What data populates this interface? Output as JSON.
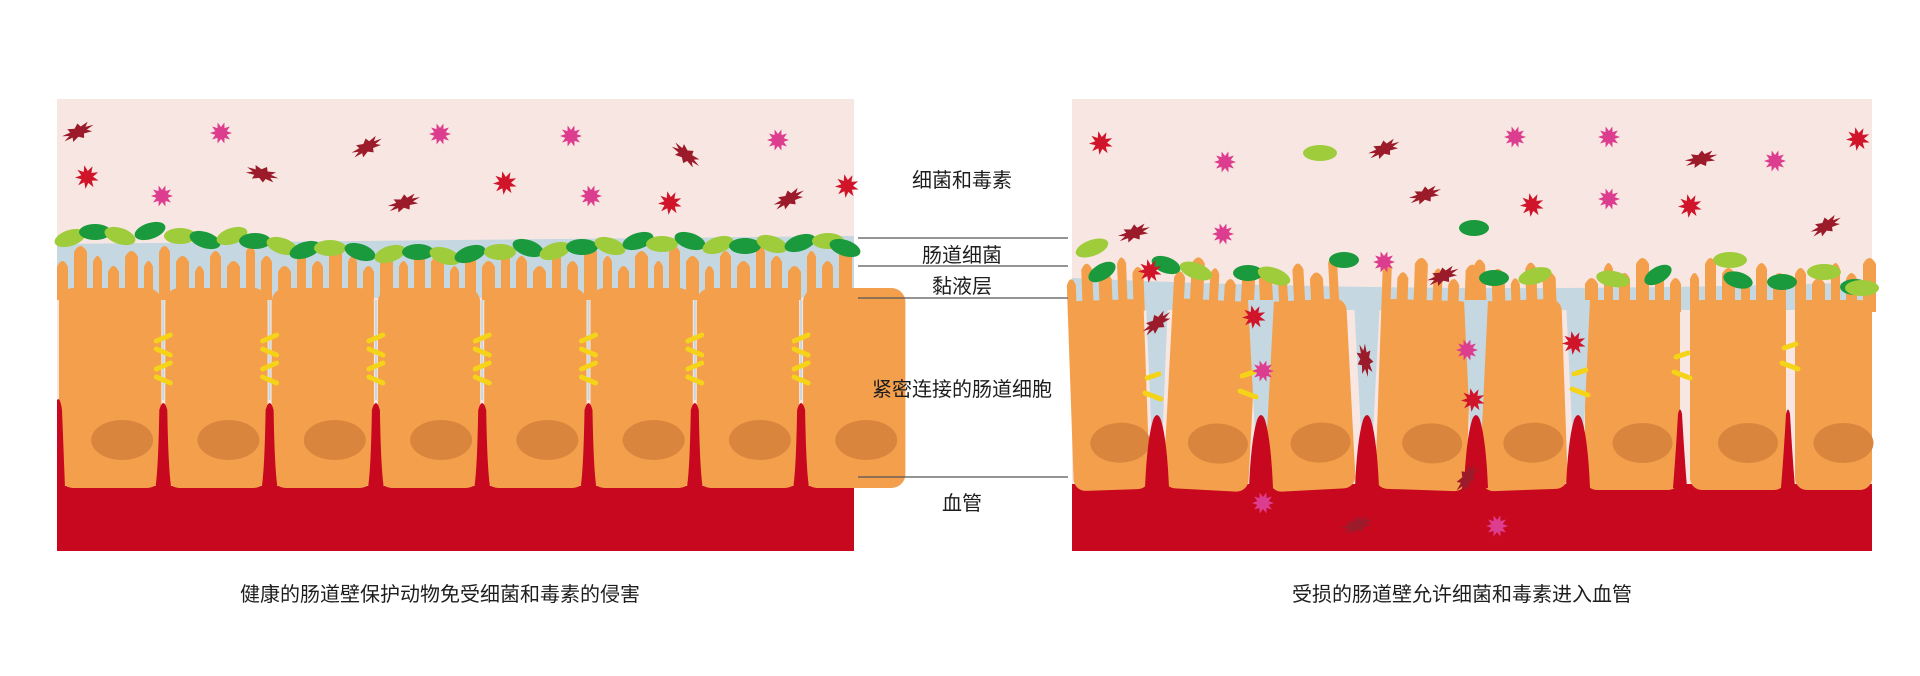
{
  "labels": {
    "bacteria_toxins": "细菌和毒素",
    "gut_bacteria": "肠道细菌",
    "mucus_layer": "黏液层",
    "tight_junction_cells": "紧密连接的肠道细胞",
    "blood_vessel": "血管"
  },
  "captions": {
    "healthy": "健康的肠道壁保护动物免受细菌和毒素的侵害",
    "damaged": "受损的肠道壁允许细菌和毒素进入血管"
  },
  "colors": {
    "lumen": "#f7e6e1",
    "mucus": "#c5d7e0",
    "cell": "#f39f4c",
    "nucleus": "#d9853e",
    "blood": "#c8081e",
    "junction": "#f5d318",
    "bacteria_dark_green": "#1a9a3c",
    "bacteria_light_green": "#9fcc3b",
    "toxin_pink": "#dd3d8e",
    "toxin_red": "#d0142a",
    "toxin_dark": "#9c1b2a"
  }
}
